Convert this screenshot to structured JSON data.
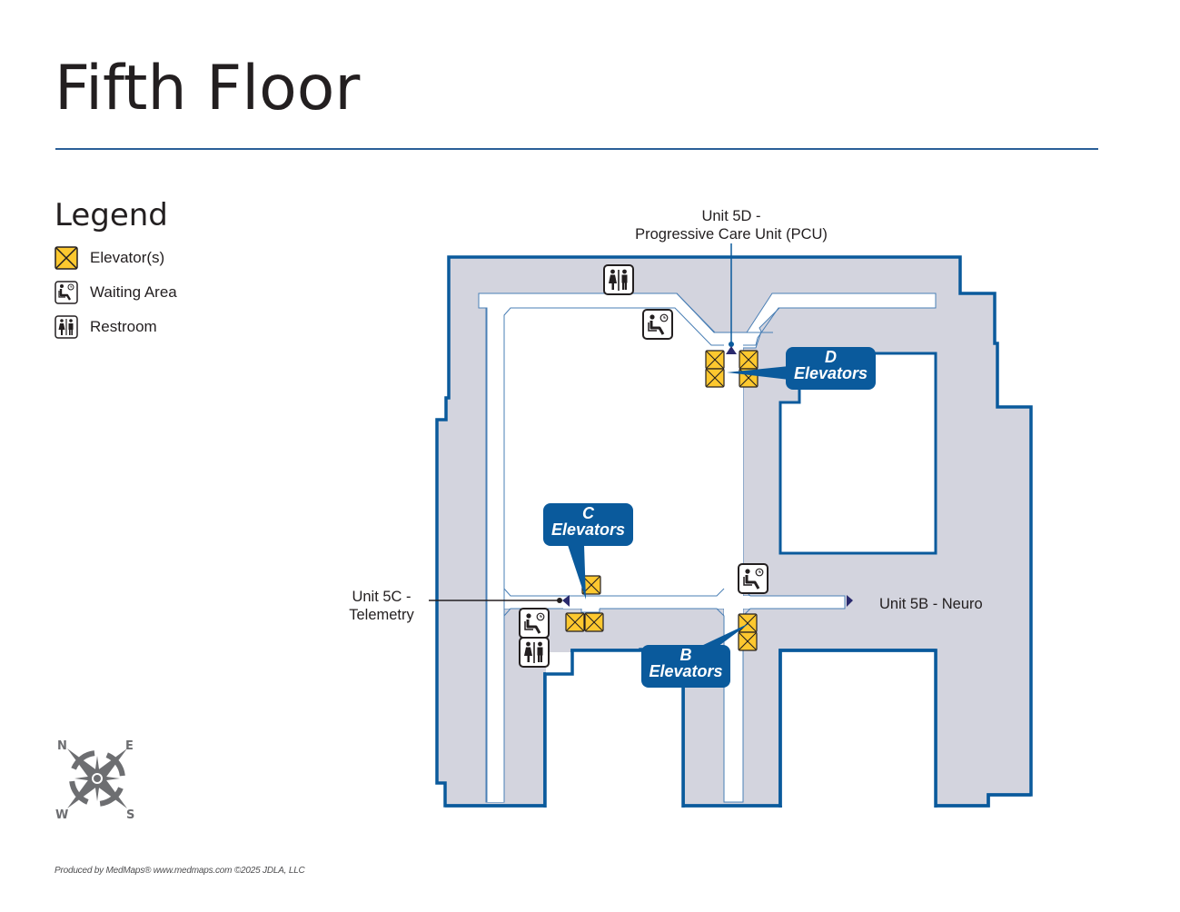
{
  "header": {
    "title": "Fifth Floor"
  },
  "legend": {
    "title": "Legend",
    "items": [
      {
        "icon": "elevator-icon",
        "label": "Elevator(s)"
      },
      {
        "icon": "waiting-area-icon",
        "label": "Waiting Area"
      },
      {
        "icon": "restroom-icon",
        "label": "Restroom"
      }
    ]
  },
  "map": {
    "units": [
      {
        "id": "5D",
        "line1": "Unit 5D -",
        "line2": "Progressive Care Unit (PCU)"
      },
      {
        "id": "5C",
        "line1": "Unit 5C -",
        "line2": "Telemetry"
      },
      {
        "id": "5B",
        "line1": "Unit 5B - Neuro"
      }
    ],
    "elevator_callouts": [
      {
        "letter": "D",
        "label": "Elevators"
      },
      {
        "letter": "C",
        "label": "Elevators"
      },
      {
        "letter": "B",
        "label": "Elevators"
      }
    ],
    "colors": {
      "building_fill": "#d3d4de",
      "wall": "#0a5a9c",
      "corridor": "#ffffff",
      "elevator": "#fdc82f",
      "callout": "#0a5a9c",
      "marker": "#2a2a6e"
    }
  },
  "compass": {
    "n": "N",
    "e": "E",
    "s": "S",
    "w": "W"
  },
  "footer": {
    "credit": "Produced by MedMaps®  www.medmaps.com   ©2025 JDLA, LLC"
  }
}
